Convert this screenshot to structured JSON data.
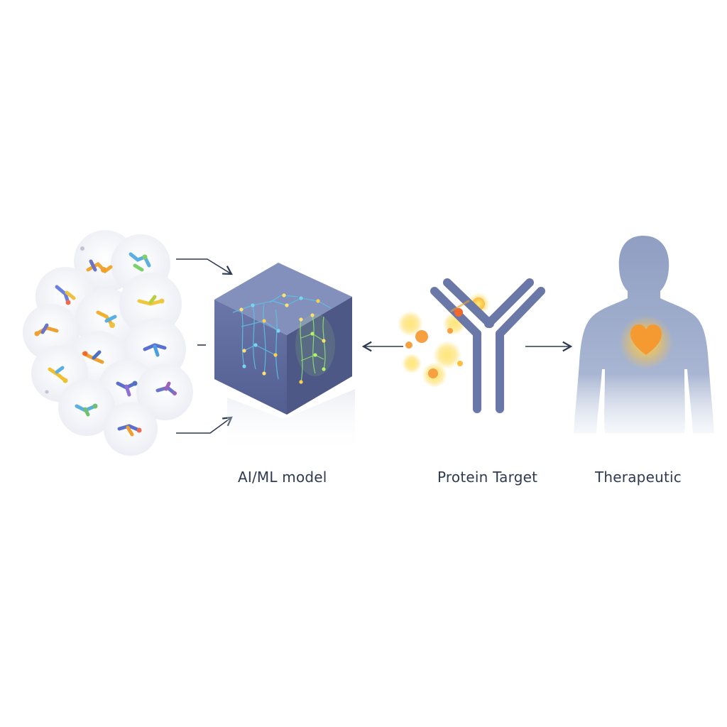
{
  "labels": {
    "model": "AI/ML model",
    "target": "Protein  Target",
    "therapeutic": "Therapeutic"
  },
  "colors": {
    "cube_front": "#5d6a9c",
    "cube_top": "#7d89b8",
    "cube_side": "#4a5583",
    "antibody": "#6a78a8",
    "human": "#9aa8c8",
    "heart": "#f5a020",
    "arrow": "#2f3a52",
    "glow": "#ffd84a"
  },
  "icons": {
    "library": "molecule-library-icon",
    "model": "neural-network-cube-icon",
    "target": "antibody-icon",
    "therapeutic": "human-heart-icon"
  }
}
